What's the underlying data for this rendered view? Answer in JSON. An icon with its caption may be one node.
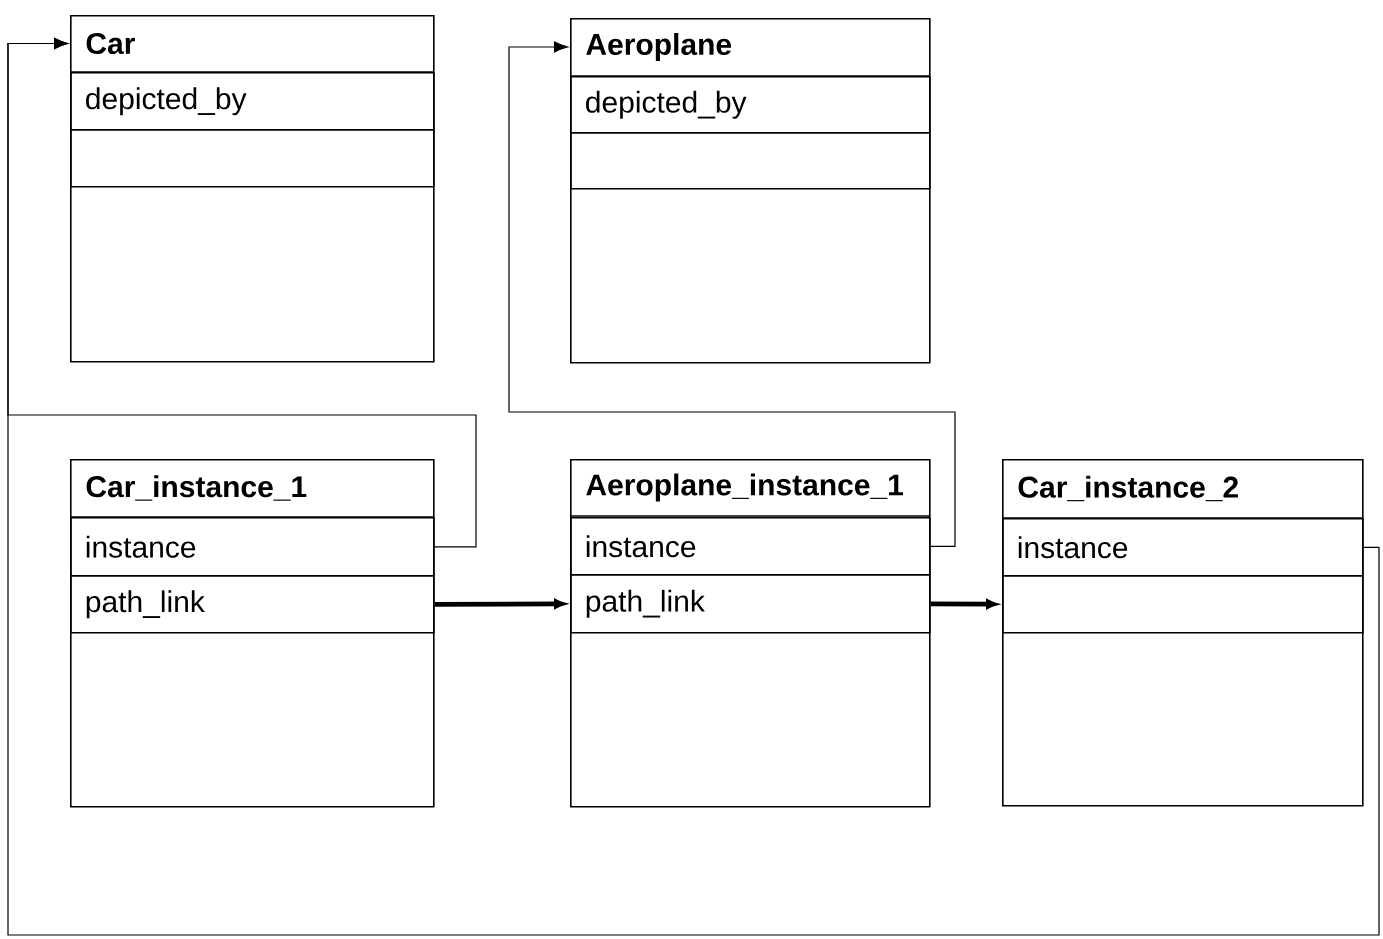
{
  "diagram": {
    "nodes": [
      {
        "text": [
          "Car"
        ]
      },
      {
        "text": [
          "depicted_by"
        ],
        "in": 0
      },
      {
        "text": [],
        "shape": "box",
        "in": 0
      },
      {
        "text": [
          "Aeroplane"
        ]
      },
      {
        "text": [
          "depicted_by"
        ],
        "in": 3
      },
      {
        "text": [],
        "shape": "box",
        "in": 3
      },
      {
        "text": [
          "Car_instance_1"
        ]
      },
      {
        "text": [
          "instance"
        ],
        "in": 6
      },
      {
        "text": [
          "path_link"
        ],
        "in": 6
      },
      {
        "text": [
          "Aeroplane_instance_1"
        ]
      },
      {
        "text": [
          "instance"
        ],
        "in": 9
      },
      {
        "text": [
          "path_link"
        ],
        "in": 9
      },
      {
        "text": [
          "Car_instance_2"
        ]
      },
      {
        "text": [
          "instance"
        ],
        "in": 12
      },
      {
        "text": [],
        "shape": "box",
        "in": 12
      }
    ],
    "edges": [
      {
        "from": 7,
        "to": 0,
        "arrow": "to"
      },
      {
        "from": 8,
        "to": 11,
        "arrow": "to",
        "style": "thick"
      },
      {
        "from": 10,
        "to": 3,
        "arrow": "to"
      },
      {
        "from": 11,
        "to": 14,
        "arrow": "to",
        "style": "thick"
      },
      {
        "from": 13,
        "to": 0,
        "arrow": "to"
      }
    ]
  }
}
